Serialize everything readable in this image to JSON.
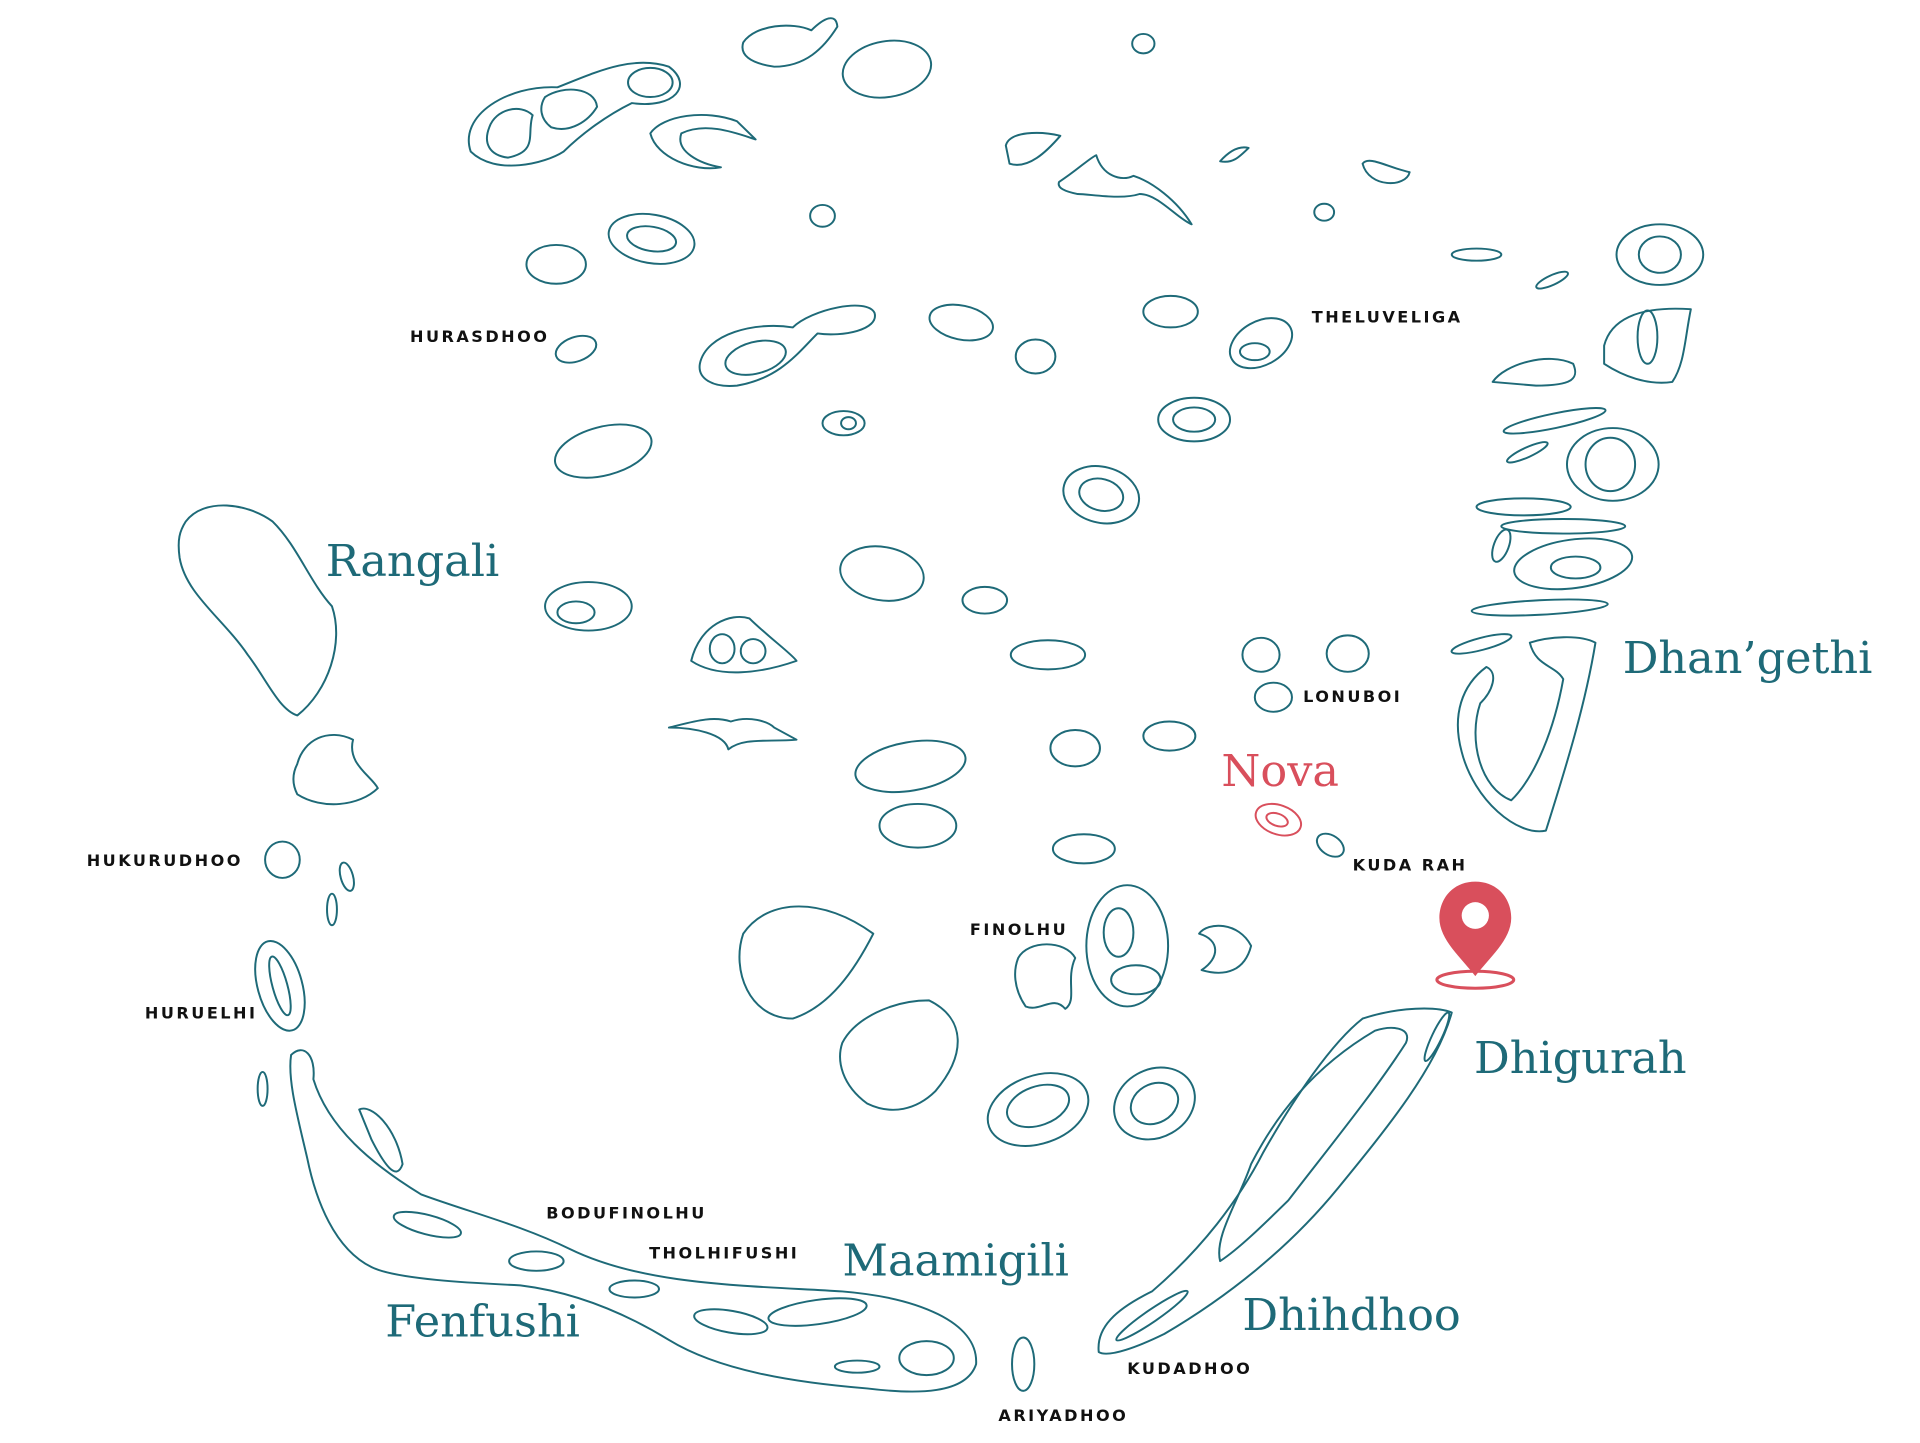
{
  "colors": {
    "island": "#1e6a78",
    "highlight": "#d94f5c",
    "label": "#111111"
  },
  "major_labels": {
    "rangali": "Rangali",
    "dhangethi": "Dhan’gethi",
    "nova": "Nova",
    "dhigurah": "Dhigurah",
    "maamigili": "Maamigili",
    "fenfushi": "Fenfushi",
    "dhihdhoo": "Dhihdhoo"
  },
  "minor_labels": {
    "hurasdhoo": "HURASDHOO",
    "theluveliga": "THELUVELIGA",
    "lonuboi": "LONUBOI",
    "kuda_rah": "KUDA RAH",
    "hukurudhoo": "HUKURUDHOO",
    "finolhu": "FINOLHU",
    "huruelhi": "HURUELHI",
    "bodufinolhu": "BODUFINOLHU",
    "tholhifushi": "THOLHIFUSHI",
    "kudadhoo": "KUDADHOO",
    "ariyadhoo": "ARIYADHOO"
  },
  "marker": {
    "icon": "map-pin-icon",
    "location": "Dhigurah"
  }
}
